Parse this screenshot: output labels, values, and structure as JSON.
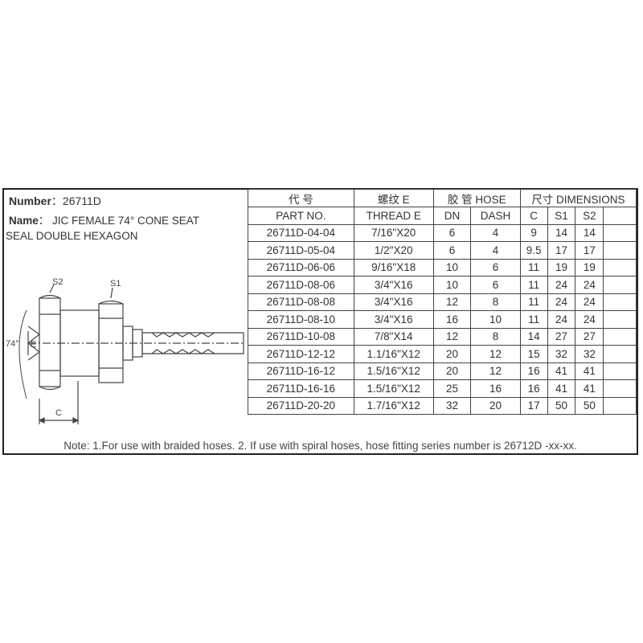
{
  "product": {
    "number_label": "Number",
    "number_value": "26711D",
    "name_label": "Name",
    "name_line1": "JIC FEMALE 74° CONE SEAT",
    "name_line2": "SEAL DOUBLE HEXAGON"
  },
  "drawing": {
    "label_s1": "S1",
    "label_s2": "S2",
    "label_angle": "74°",
    "label_e": "E",
    "label_c": "C"
  },
  "table": {
    "group_headers": [
      "代 号",
      "螺纹 E",
      "胶 管 HOSE",
      "尺寸 DIMENSIONS"
    ],
    "columns": [
      "PART NO.",
      "THREAD E",
      "DN",
      "DASH",
      "C",
      "S1",
      "S2",
      ""
    ],
    "rows": [
      [
        "26711D-04-04",
        "7/16\"X20",
        "6",
        "4",
        "9",
        "14",
        "14",
        ""
      ],
      [
        "26711D-05-04",
        "1/2\"X20",
        "6",
        "4",
        "9.5",
        "17",
        "17",
        ""
      ],
      [
        "26711D-06-06",
        "9/16\"X18",
        "10",
        "6",
        "11",
        "19",
        "19",
        ""
      ],
      [
        "26711D-08-06",
        "3/4\"X16",
        "10",
        "6",
        "11",
        "24",
        "24",
        ""
      ],
      [
        "26711D-08-08",
        "3/4\"X16",
        "12",
        "8",
        "11",
        "24",
        "24",
        ""
      ],
      [
        "26711D-08-10",
        "3/4\"X16",
        "16",
        "10",
        "11",
        "24",
        "24",
        ""
      ],
      [
        "26711D-10-08",
        "7/8\"X14",
        "12",
        "8",
        "14",
        "27",
        "27",
        ""
      ],
      [
        "26711D-12-12",
        "1.1/16\"X12",
        "20",
        "12",
        "15",
        "32",
        "32",
        ""
      ],
      [
        "26711D-16-12",
        "1.5/16\"X12",
        "20",
        "12",
        "16",
        "41",
        "41",
        ""
      ],
      [
        "26711D-16-16",
        "1.5/16\"X12",
        "25",
        "16",
        "16",
        "41",
        "41",
        ""
      ],
      [
        "26711D-20-20",
        "1.7/16\"X12",
        "32",
        "20",
        "17",
        "50",
        "50",
        ""
      ]
    ]
  },
  "note": "Note: 1.For use with braided hoses. 2. If use with spiral hoses, hose fitting series number is 26712D -xx-xx."
}
